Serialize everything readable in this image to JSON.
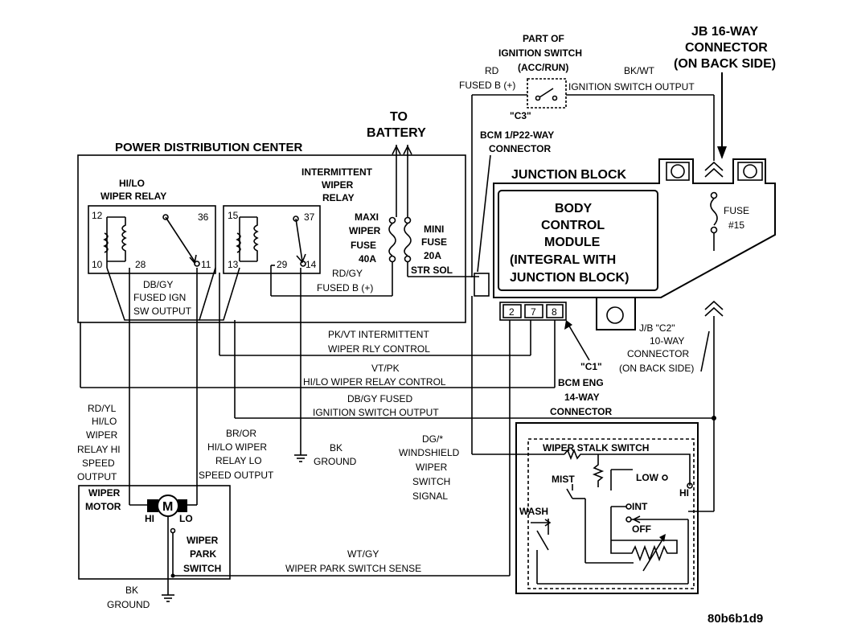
{
  "labels": {
    "pdc_title": "POWER DISTRIBUTION CENTER",
    "to": "TO",
    "battery": "BATTERY",
    "hilo_relay_1": "HI/LO",
    "hilo_relay_2": "WIPER RELAY",
    "int_relay_1": "INTERMITTENT",
    "int_relay_2": "WIPER",
    "int_relay_3": "RELAY",
    "maxi_1": "MAXI",
    "maxi_2": "WIPER",
    "maxi_3": "FUSE",
    "maxi_4": "40A",
    "mini_1": "MINI",
    "mini_2": "FUSE",
    "mini_3": "20A",
    "mini_4": "STR SOL",
    "rdgy": "RD/GY",
    "fused_b_plus": "FUSED B (+)",
    "dbgy_1": "DB/GY",
    "dbgy_2": "FUSED IGN",
    "dbgy_3": "SW OUTPUT",
    "ign_1": "PART OF",
    "ign_2": "IGNITION SWITCH",
    "ign_3": "(ACC/RUN)",
    "rd": "RD",
    "fused_b_top": "FUSED B (+)",
    "bkwt": "BK/WT",
    "ign_out": "IGNITION SWITCH OUTPUT",
    "c3_1": "\"C3\"",
    "c3_2": "BCM 1/P22-WAY",
    "c3_3": "CONNECTOR",
    "jb16_1": "JB 16-WAY",
    "jb16_2": "CONNECTOR",
    "jb16_3": "(ON BACK SIDE)",
    "junction_block": "JUNCTION BLOCK",
    "bcm_1": "BODY",
    "bcm_2": "CONTROL",
    "bcm_3": "MODULE",
    "bcm_4": "(INTEGRAL WITH",
    "bcm_5": "JUNCTION BLOCK)",
    "fuse15_1": "FUSE",
    "fuse15_2": "#15",
    "c2_1": "J/B \"C2\"",
    "c2_2": "10-WAY",
    "c2_3": "CONNECTOR",
    "c2_4": "(ON BACK SIDE)",
    "c1_1": "\"C1\"",
    "c1_2": "BCM ENG",
    "c1_3": "14-WAY",
    "c1_4": "CONNECTOR",
    "pin_2": "2",
    "pin_7": "7",
    "pin_8": "8",
    "pkvt_1": "PK/VT INTERMITTENT",
    "pkvt_2": "WIPER RLY CONTROL",
    "vtpk_1": "VT/PK",
    "vtpk_2": "HI/LO WIPER RELAY CONTROL",
    "dbgyf_1": "DB/GY FUSED",
    "dbgyf_2": "IGNITION SWITCH OUTPUT",
    "rdyl_1": "RD/YL",
    "rdyl_2": "HI/LO",
    "rdyl_3": "WIPER",
    "rdyl_4": "RELAY HI",
    "rdyl_5": "SPEED",
    "rdyl_6": "OUTPUT",
    "bror_1": "BR/OR",
    "bror_2": "HI/LO WIPER",
    "bror_3": "RELAY LO",
    "bror_4": "SPEED OUTPUT",
    "bk_1": "BK",
    "ground_1": "GROUND",
    "dg_1": "DG/*",
    "dg_2": "WINDSHIELD",
    "dg_3": "WIPER",
    "dg_4": "SWITCH",
    "dg_5": "SIGNAL",
    "wiper_motor_1": "WIPER",
    "wiper_motor_2": "MOTOR",
    "motor_m": "M",
    "hi": "HI",
    "lo": "LO",
    "park_1": "WIPER",
    "park_2": "PARK",
    "park_3": "SWITCH",
    "wtgy_1": "WT/GY",
    "wtgy_2": "WIPER PARK SWITCH SENSE",
    "bk_2": "BK",
    "ground_2": "GROUND",
    "stalk": "WIPER STALK SWITCH",
    "mist": "MIST",
    "low": "LOW",
    "hi_sw": "HI",
    "wash": "WASH",
    "int": "INT",
    "off": "OFF",
    "fig_id": "80b6b1d9"
  },
  "pins": {
    "p12": "12",
    "p36": "36",
    "p10": "10",
    "p28": "28",
    "p11": "11",
    "p15": "15",
    "p37": "37",
    "p13": "13",
    "p29": "29",
    "p14": "14"
  }
}
